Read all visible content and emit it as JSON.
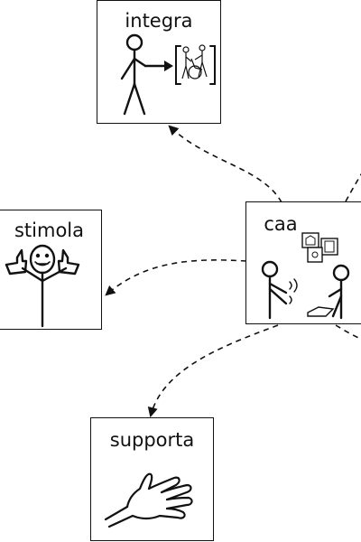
{
  "diagram": {
    "nodes": {
      "integra": {
        "label": "integra",
        "icon": "person-integrating-icon"
      },
      "stimola": {
        "label": "stimola",
        "icon": "thumbs-up-person-icon"
      },
      "caa": {
        "label": "caa",
        "icon": "communication-people-icon"
      },
      "supporta": {
        "label": "supporta",
        "icon": "supporting-hand-icon"
      }
    },
    "edges": [
      {
        "from": "caa",
        "to": "integra",
        "style": "dashed",
        "arrow": true
      },
      {
        "from": "caa",
        "to": "stimola",
        "style": "dashed",
        "arrow": true
      },
      {
        "from": "caa",
        "to": "supporta",
        "style": "dashed",
        "arrow": true
      }
    ],
    "colors": {
      "stroke": "#111111",
      "background": "#ffffff"
    }
  }
}
